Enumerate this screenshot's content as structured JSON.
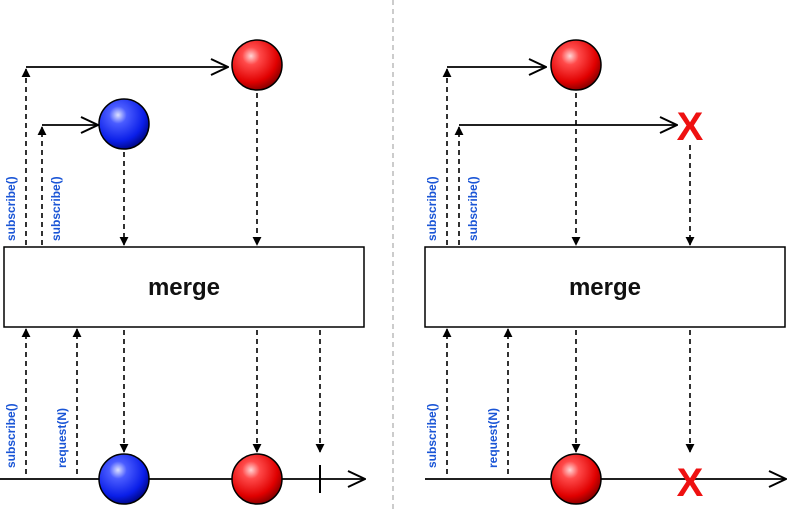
{
  "colors": {
    "label_blue": "#1a55d6",
    "marble_red": "#e00000",
    "marble_blue": "#0a1ee8",
    "error_red": "#ee1111",
    "divider_gray": "#bbbbbb",
    "line": "#000000"
  },
  "panels": [
    {
      "operator_label": "merge",
      "subscribe_labels": [
        "subscribe()",
        "subscribe()"
      ],
      "downstream_subscribe_label": "subscribe()",
      "request_label": "request(N)"
    },
    {
      "operator_label": "merge",
      "subscribe_labels": [
        "subscribe()",
        "subscribe()"
      ],
      "downstream_subscribe_label": "subscribe()",
      "request_label": "request(N)",
      "error_symbols": [
        "X",
        "X"
      ]
    }
  ]
}
